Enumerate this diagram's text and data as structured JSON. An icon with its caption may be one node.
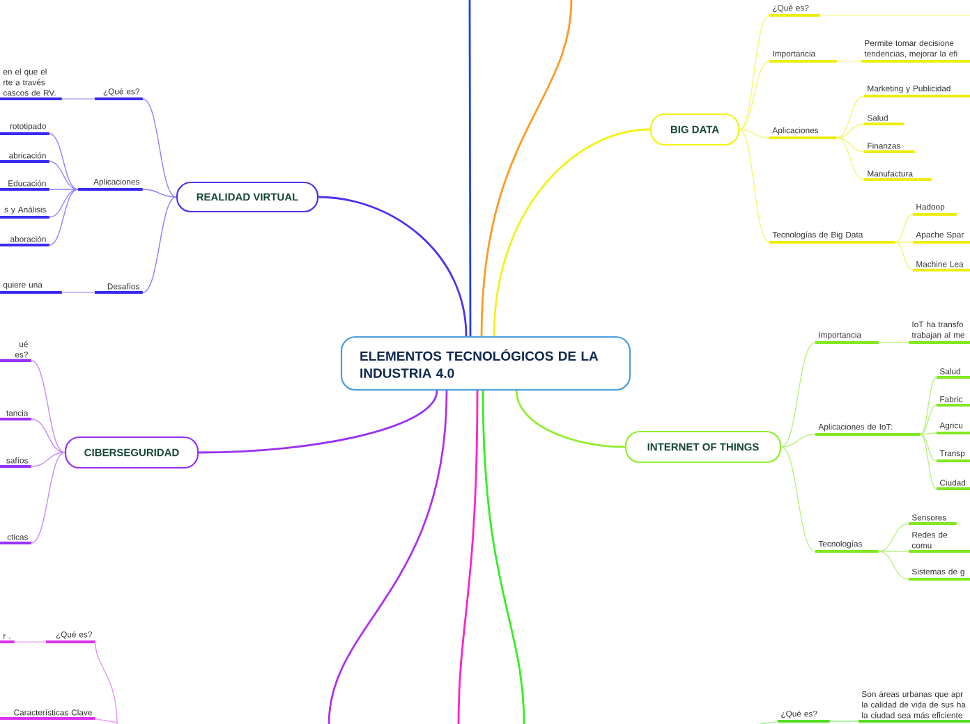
{
  "diagram": {
    "nodes": [
      {
        "text": [
          "ELEMENTOS TECNOLÓGICOS DE LA INDUSTRIA 4.0"
        ]
      },
      {
        "text": [
          "REALIDAD VIRTUAL"
        ]
      },
      {
        "text": [
          "¿Qué es?"
        ]
      },
      {
        "text": [
          "en el que el rte a través cascos de RV."
        ]
      },
      {
        "text": [
          "Aplicaciones"
        ]
      },
      {
        "text": [
          "rototipado"
        ]
      },
      {
        "text": [
          "abricación"
        ]
      },
      {
        "text": [
          "Educación"
        ]
      },
      {
        "text": [
          "s y Análisis"
        ]
      },
      {
        "text": [
          "aboración"
        ]
      },
      {
        "text": [
          "Desafíos"
        ]
      },
      {
        "text": [
          "quiere una"
        ]
      },
      {
        "text": [
          "CIBERSEGURIDAD"
        ]
      },
      {
        "text": [
          "ué es?"
        ]
      },
      {
        "text": [
          "tancia"
        ]
      },
      {
        "text": [
          "safíos"
        ]
      },
      {
        "text": [
          "cticas"
        ]
      },
      {
        "text": [
          "¿Qué es?"
        ]
      },
      {
        "text": [
          "r ."
        ]
      },
      {
        "text": [
          "Características Clave"
        ]
      },
      {
        "text": [
          "BIG DATA"
        ]
      },
      {
        "text": [
          "¿Qué es?"
        ]
      },
      {
        "text": [
          "Importancia"
        ]
      },
      {
        "text": [
          "Permite tomar decisione tendencias, mejorar la efi"
        ]
      },
      {
        "text": [
          "Aplicaciones"
        ]
      },
      {
        "text": [
          "Marketing y Publicidad"
        ]
      },
      {
        "text": [
          "Salud"
        ]
      },
      {
        "text": [
          "Finanzas"
        ]
      },
      {
        "text": [
          "Manufactura"
        ]
      },
      {
        "text": [
          "Tecnologías de Big Data"
        ]
      },
      {
        "text": [
          "Hadoop"
        ]
      },
      {
        "text": [
          "Apache Spar"
        ]
      },
      {
        "text": [
          "Machine Lea"
        ]
      },
      {
        "text": [
          "INTERNET OF THINGS"
        ]
      },
      {
        "text": [
          "Importancia"
        ]
      },
      {
        "text": [
          "IoT ha transfo trabajan al me"
        ]
      },
      {
        "text": [
          "Aplicaciones de IoT:"
        ]
      },
      {
        "text": [
          "Salud"
        ]
      },
      {
        "text": [
          "Fabric"
        ]
      },
      {
        "text": [
          "Agricu"
        ]
      },
      {
        "text": [
          "Transp"
        ]
      },
      {
        "text": [
          "Ciudad"
        ]
      },
      {
        "text": [
          "Tecnologías"
        ]
      },
      {
        "text": [
          "Sensores"
        ]
      },
      {
        "text": [
          "Redes de comu"
        ]
      },
      {
        "text": [
          "Sistemas de g"
        ]
      },
      {
        "text": [
          "¿Qué es?"
        ]
      },
      {
        "text": [
          "Son áreas urbanas que apr la calidad de vida de sus ha la ciudad sea más eficiente"
        ]
      }
    ],
    "edges": [
      {
        "from": 0,
        "to": 1,
        "arrow": "none",
        "color": "#4b32f0"
      },
      {
        "from": 0,
        "to": 12,
        "arrow": "none",
        "color": "#9b30f5"
      },
      {
        "from": 0,
        "to": 20,
        "arrow": "none",
        "color": "#f2f21a"
      },
      {
        "from": 0,
        "to": 33,
        "arrow": "none",
        "color": "#90ee30"
      },
      {
        "from": 0,
        "to": null,
        "arrow": "none",
        "color": "#1f3ff0"
      },
      {
        "from": 0,
        "to": null,
        "arrow": "none",
        "color": "#ff9a22"
      },
      {
        "from": 0,
        "to": null,
        "arrow": "none",
        "color": "#b030f0"
      },
      {
        "from": 0,
        "to": null,
        "arrow": "none",
        "color": "#ff22c8"
      },
      {
        "from": 0,
        "to": null,
        "arrow": "none",
        "color": "#33ee22"
      },
      {
        "from": 1,
        "to": 2,
        "arrow": "none",
        "color": "#8a80ff"
      },
      {
        "from": 2,
        "to": 3,
        "arrow": "none",
        "color": "#b0a8ff"
      },
      {
        "from": 1,
        "to": 4,
        "arrow": "none",
        "color": "#8a80ff"
      },
      {
        "from": 4,
        "to": 5,
        "arrow": "none",
        "color": "#8a80ff"
      },
      {
        "from": 4,
        "to": 6,
        "arrow": "none",
        "color": "#8a80ff"
      },
      {
        "from": 4,
        "to": 7,
        "arrow": "none",
        "color": "#8a80ff"
      },
      {
        "from": 4,
        "to": 8,
        "arrow": "none",
        "color": "#8a80ff"
      },
      {
        "from": 4,
        "to": 9,
        "arrow": "none",
        "color": "#8a80ff"
      },
      {
        "from": 1,
        "to": 10,
        "arrow": "none",
        "color": "#8a80ff"
      },
      {
        "from": 10,
        "to": 11,
        "arrow": "none",
        "color": "#b0a8ff"
      },
      {
        "from": 12,
        "to": 13,
        "arrow": "none",
        "color": "#c58af8"
      },
      {
        "from": 12,
        "to": 14,
        "arrow": "none",
        "color": "#c58af8"
      },
      {
        "from": 12,
        "to": 15,
        "arrow": "none",
        "color": "#c58af8"
      },
      {
        "from": 12,
        "to": 16,
        "arrow": "none",
        "color": "#c58af8"
      },
      {
        "from": null,
        "to": 17,
        "arrow": "none",
        "color": "#e890f5"
      },
      {
        "from": 17,
        "to": 18,
        "arrow": "none",
        "color": "#eeb0f8"
      },
      {
        "from": null,
        "to": 19,
        "arrow": "none",
        "color": "#e890f5"
      },
      {
        "from": 20,
        "to": 21,
        "arrow": "none",
        "color": "#f5f570"
      },
      {
        "from": 21,
        "to": null,
        "arrow": "none",
        "color": "#f8f8a0"
      },
      {
        "from": 20,
        "to": 22,
        "arrow": "none",
        "color": "#f5f570"
      },
      {
        "from": 22,
        "to": 23,
        "arrow": "none",
        "color": "#f8f8a0"
      },
      {
        "from": 20,
        "to": 24,
        "arrow": "none",
        "color": "#f5f570"
      },
      {
        "from": 24,
        "to": 25,
        "arrow": "none",
        "color": "#f5f570"
      },
      {
        "from": 24,
        "to": 26,
        "arrow": "none",
        "color": "#f5f570"
      },
      {
        "from": 24,
        "to": 27,
        "arrow": "none",
        "color": "#f5f570"
      },
      {
        "from": 24,
        "to": 28,
        "arrow": "none",
        "color": "#f5f570"
      },
      {
        "from": 20,
        "to": 29,
        "arrow": "none",
        "color": "#f5f570"
      },
      {
        "from": 29,
        "to": 30,
        "arrow": "none",
        "color": "#f5f570"
      },
      {
        "from": 29,
        "to": 31,
        "arrow": "none",
        "color": "#f5f570"
      },
      {
        "from": 29,
        "to": 32,
        "arrow": "none",
        "color": "#f5f570"
      },
      {
        "from": 33,
        "to": 34,
        "arrow": "none",
        "color": "#b8f080"
      },
      {
        "from": 34,
        "to": 35,
        "arrow": "none",
        "color": "#b8f080"
      },
      {
        "from": 33,
        "to": 36,
        "arrow": "none",
        "color": "#b8f080"
      },
      {
        "from": 36,
        "to": 37,
        "arrow": "none",
        "color": "#b8f080"
      },
      {
        "from": 36,
        "to": 38,
        "arrow": "none",
        "color": "#b8f080"
      },
      {
        "from": 36,
        "to": 39,
        "arrow": "none",
        "color": "#b8f080"
      },
      {
        "from": 36,
        "to": 40,
        "arrow": "none",
        "color": "#b8f080"
      },
      {
        "from": 36,
        "to": 41,
        "arrow": "none",
        "color": "#b8f080"
      },
      {
        "from": 33,
        "to": 42,
        "arrow": "none",
        "color": "#b8f080"
      },
      {
        "from": 42,
        "to": 43,
        "arrow": "none",
        "color": "#b8f080"
      },
      {
        "from": 42,
        "to": 44,
        "arrow": "none",
        "color": "#b8f080"
      },
      {
        "from": 42,
        "to": 45,
        "arrow": "none",
        "color": "#b8f080"
      },
      {
        "from": null,
        "to": 46,
        "arrow": "none",
        "color": "#99ee88"
      },
      {
        "from": 46,
        "to": 47,
        "arrow": "none",
        "color": "#99ee88"
      }
    ]
  }
}
